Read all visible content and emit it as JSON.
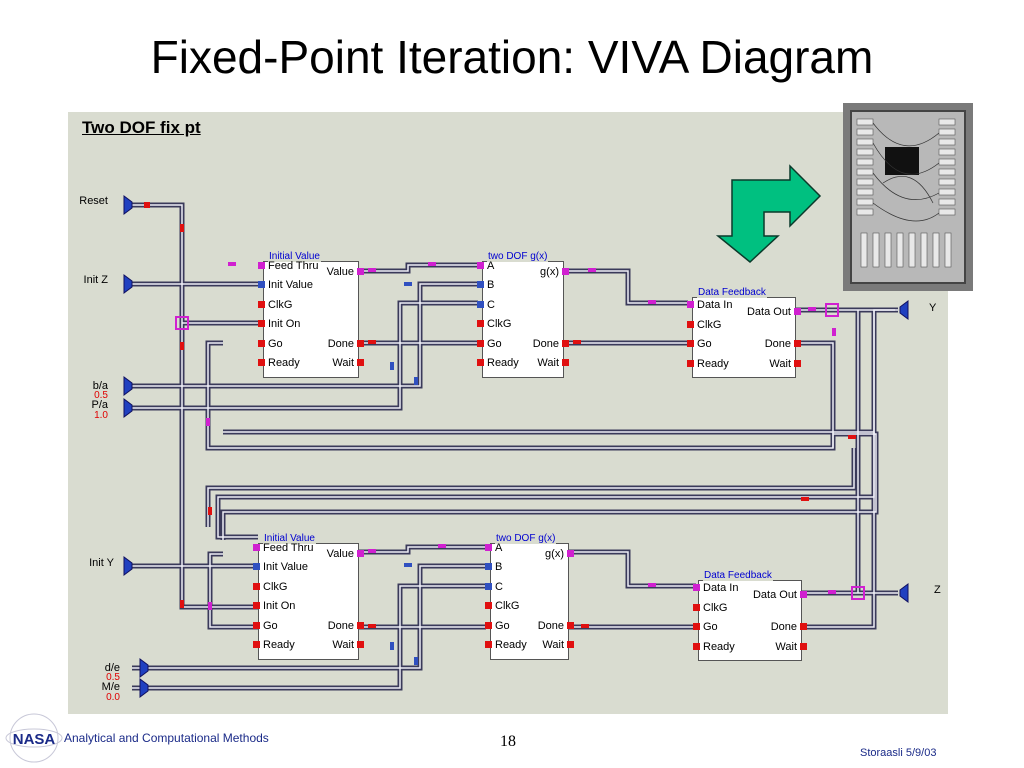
{
  "slide": {
    "title": "Fixed-Point Iteration: VIVA Diagram",
    "page_number": "18",
    "footer_left": "Analytical and Computational Methods",
    "footer_right": "Storaasli 5/9/03",
    "logo_text": "NASA"
  },
  "diagram": {
    "title": "Two DOF fix pt",
    "inputs": {
      "reset": "Reset",
      "init_z": "Init Z",
      "b_a": "b/a",
      "b_a_val": "0.5",
      "p_a": "P/a",
      "p_a_val": "1.0",
      "init_y": "Init Y",
      "d_e": "d/e",
      "d_e_val": "0.5",
      "m_e": "M/e",
      "m_e_val": "0.0"
    },
    "outputs": {
      "y": "Y",
      "z": "Z"
    },
    "top_row": {
      "initial_value": {
        "title": "Initial Value",
        "ports_left": [
          "Feed Thru",
          "Init Value",
          "ClkG",
          "Init On",
          "Go",
          "Ready"
        ],
        "ports_right": [
          "Value",
          "Done",
          "Wait"
        ]
      },
      "gx": {
        "title": "two DOF g(x)",
        "ports_left": [
          "A",
          "B",
          "C",
          "ClkG",
          "Go",
          "Ready"
        ],
        "ports_right": [
          "g(x)",
          "Done",
          "Wait"
        ]
      },
      "feedback": {
        "title": "Data Feedback",
        "ports_left": [
          "Data In",
          "ClkG",
          "Go",
          "Ready"
        ],
        "ports_right": [
          "Data Out",
          "Done",
          "Wait"
        ]
      }
    },
    "bottom_row": {
      "initial_value": {
        "title": "Initial Value",
        "ports_left": [
          "Feed Thru",
          "Init Value",
          "ClkG",
          "Init On",
          "Go",
          "Ready"
        ],
        "ports_right": [
          "Value",
          "Done",
          "Wait"
        ]
      },
      "gx": {
        "title": "two DOF g(x)",
        "ports_left": [
          "A",
          "B",
          "C",
          "ClkG",
          "Go",
          "Ready"
        ],
        "ports_right": [
          "g(x)",
          "Done",
          "Wait"
        ]
      },
      "feedback": {
        "title": "Data Feedback",
        "ports_left": [
          "Data In",
          "ClkG",
          "Go",
          "Ready"
        ],
        "ports_right": [
          "Data Out",
          "Done",
          "Wait"
        ]
      }
    }
  },
  "colors": {
    "canvas": "#d9dcd0",
    "port_red": "#e01010",
    "port_magenta": "#d020d0",
    "port_blue": "#3050c0",
    "arrow_green": "#00c080",
    "block_title": "#0000d0",
    "footer_text": "#1a2a88"
  },
  "icons": [
    "green-loop-arrow-icon",
    "fpga-board-photo",
    "nasa-logo-icon"
  ]
}
